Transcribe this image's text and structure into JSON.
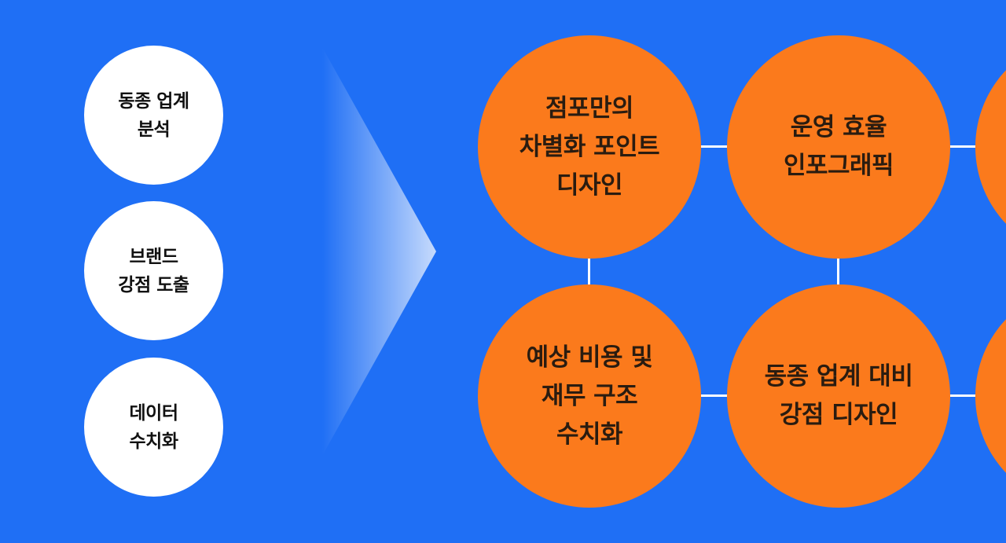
{
  "colors": {
    "background": "#1f6ff5",
    "input_circle": "#ffffff",
    "output_circle": "#fb7a1c",
    "connector": "#ffffff"
  },
  "inputs": [
    {
      "label": "동종 업계\n분석"
    },
    {
      "label": "브랜드\n강점 도출"
    },
    {
      "label": "데이터\n수치화"
    }
  ],
  "outputs": [
    {
      "label": "점포만의\n차별화 포인트\n디자인"
    },
    {
      "label": "운영 효율\n인포그래픽"
    },
    {
      "label": ""
    },
    {
      "label": "예상 비용 및\n재무 구조\n수치화"
    },
    {
      "label": "동종 업계 대비\n강점 디자인"
    },
    {
      "label": ""
    }
  ]
}
